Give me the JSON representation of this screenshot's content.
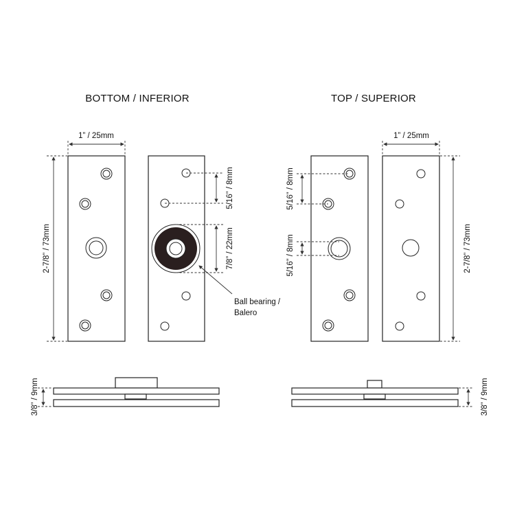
{
  "titles": {
    "bottom": "BOTTOM / INFERIOR",
    "top": "TOP / SUPERIOR"
  },
  "dimensions": {
    "width": "1” / 25mm",
    "height": "2-7/8” / 73mm",
    "hole_spacing": "5/16” / 8mm",
    "bearing_diameter": "7/8” / 22mm",
    "thickness": "3/8” / 9mm"
  },
  "annotations": {
    "ball_bearing_line1": "Ball bearing /",
    "ball_bearing_line2": "Balero"
  },
  "colors": {
    "stroke": "#222222",
    "bearing": "#2a1f1f"
  }
}
